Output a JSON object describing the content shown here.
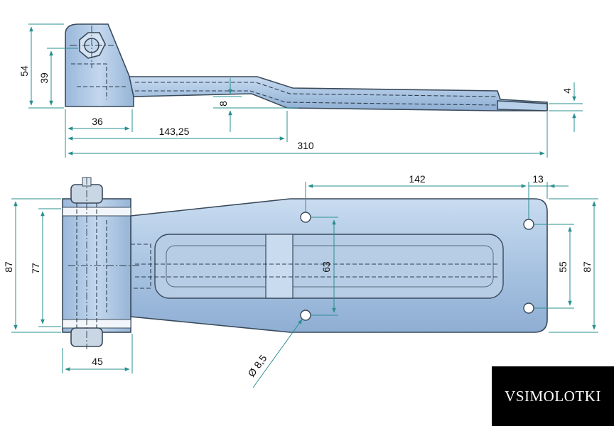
{
  "dimensions": {
    "side_height_total": "54",
    "side_height_pin": "39",
    "side_width_36": "36",
    "side_length_143": "143,25",
    "side_length_total": "310",
    "side_thickness_8": "8",
    "side_thickness_4": "4",
    "top_height_left": "87",
    "top_height_77": "77",
    "top_width_45": "45",
    "top_length_142": "142",
    "top_edge_13": "13",
    "top_hole_spacing_63": "63",
    "top_hole_spacing_55": "55",
    "top_height_right": "87",
    "hole_diameter": "Ø 8,5"
  },
  "brand": {
    "name": "VSIMOLOTKI"
  },
  "colors": {
    "steel": "#a9c4e2",
    "steel_dark": "#7f9dc0",
    "dimension_line": "#2a8f8f",
    "brand_bg": "#000000"
  }
}
